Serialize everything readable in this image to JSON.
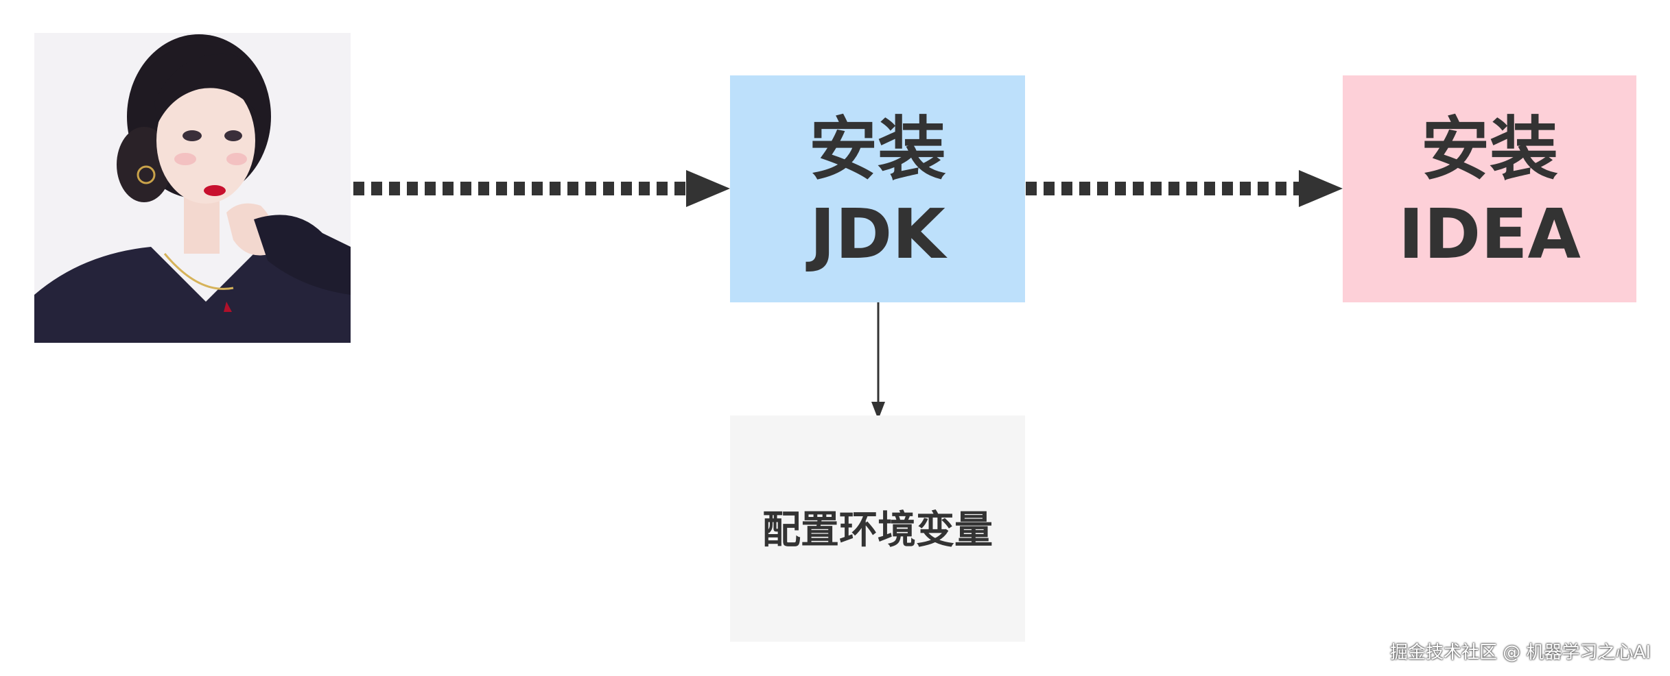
{
  "nodes": {
    "jdk": {
      "line1": "安装",
      "line2": "JDK",
      "fill": "#bde0fb"
    },
    "idea": {
      "line1": "安装",
      "line2": "IDEA",
      "fill": "#fdd0d8"
    },
    "env": {
      "label": "配置环境变量",
      "fill": "#f5f5f5"
    }
  },
  "edges": [
    {
      "from": "avatar",
      "to": "jdk",
      "style": "dotted-thick"
    },
    {
      "from": "jdk",
      "to": "idea",
      "style": "dotted-thick"
    },
    {
      "from": "jdk",
      "to": "env",
      "style": "solid-thin"
    }
  ],
  "watermark": "掘金技术社区 @ 机器学习之心AI",
  "colors": {
    "text": "#333333",
    "arrow": "#333333"
  }
}
